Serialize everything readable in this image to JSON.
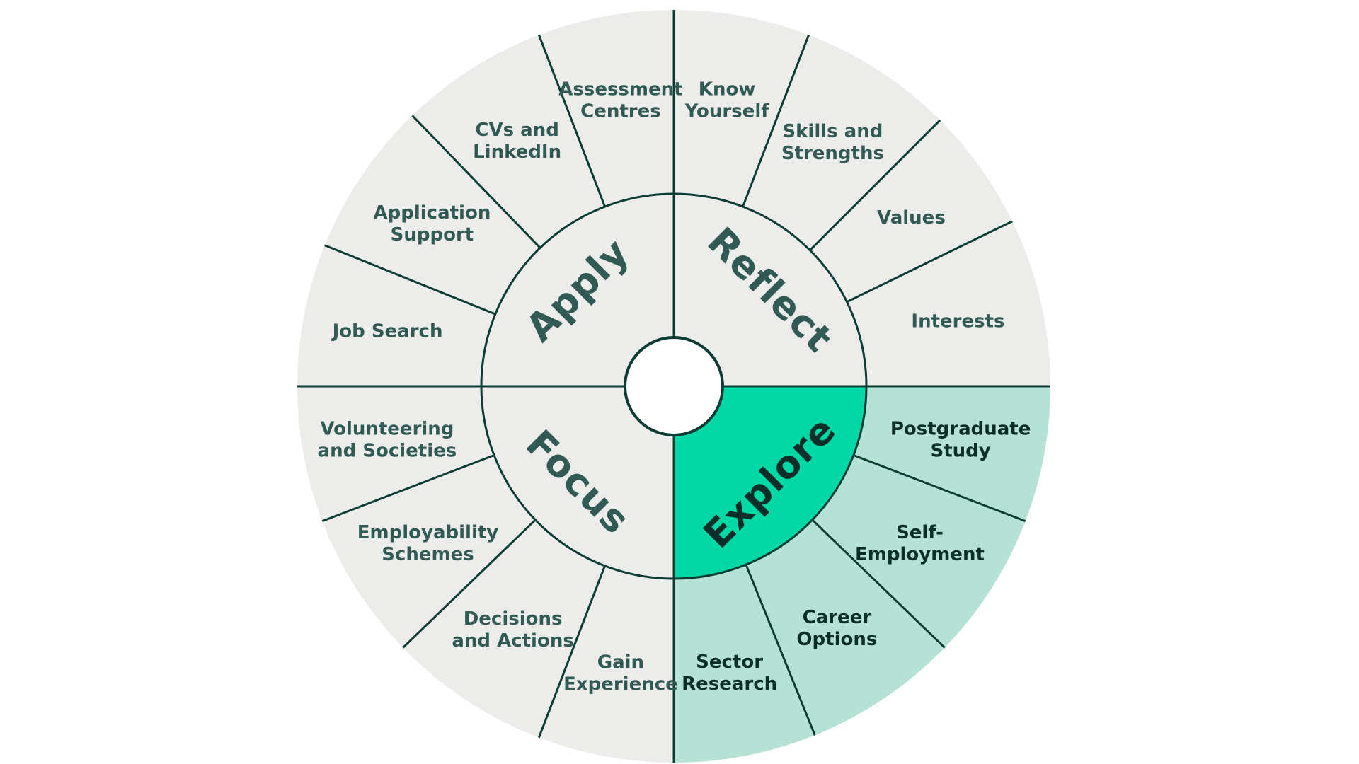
{
  "colors": {
    "fill_default": "#ececeb",
    "fill_explore_outer": "#b5e2d5",
    "fill_explore_inner": "#00d9a5",
    "line": "#0c3c34",
    "text_default": "#325a55",
    "text_explore": "#0b2e29",
    "center": "#ffffff"
  },
  "wheel": {
    "quadrants": [
      {
        "id": "reflect",
        "label": "Reflect",
        "segments": [
          {
            "id": "know-yourself",
            "lines": [
              "Know",
              "Yourself"
            ]
          },
          {
            "id": "skills-and-strengths",
            "lines": [
              "Skills and",
              "Strengths"
            ]
          },
          {
            "id": "values",
            "lines": [
              "Values"
            ]
          },
          {
            "id": "interests",
            "lines": [
              "Interests"
            ]
          }
        ]
      },
      {
        "id": "explore",
        "label": "Explore",
        "highlighted": true,
        "segments": [
          {
            "id": "postgraduate-study",
            "lines": [
              "Postgraduate",
              "Study"
            ]
          },
          {
            "id": "self-employment",
            "lines": [
              "Self-",
              "Employment"
            ]
          },
          {
            "id": "career-options",
            "lines": [
              "Career",
              "Options"
            ]
          },
          {
            "id": "sector-research",
            "lines": [
              "Sector",
              "Research"
            ]
          }
        ]
      },
      {
        "id": "focus",
        "label": "Focus",
        "segments": [
          {
            "id": "gain-experience",
            "lines": [
              "Gain",
              "Experience"
            ]
          },
          {
            "id": "decisions-and-actions",
            "lines": [
              "Decisions",
              "and Actions"
            ]
          },
          {
            "id": "employability-schemes",
            "lines": [
              "Employability",
              "Schemes"
            ]
          },
          {
            "id": "volunteering-and-societies",
            "lines": [
              "Volunteering",
              "and Societies"
            ]
          }
        ]
      },
      {
        "id": "apply",
        "label": "Apply",
        "segments": [
          {
            "id": "job-search",
            "lines": [
              "Job Search"
            ]
          },
          {
            "id": "application-support",
            "lines": [
              "Application",
              "Support"
            ]
          },
          {
            "id": "cvs-and-linkedin",
            "lines": [
              "CVs and",
              "LinkedIn"
            ]
          },
          {
            "id": "assessment-centres",
            "lines": [
              "Assessment",
              "Centres"
            ]
          }
        ]
      }
    ]
  }
}
